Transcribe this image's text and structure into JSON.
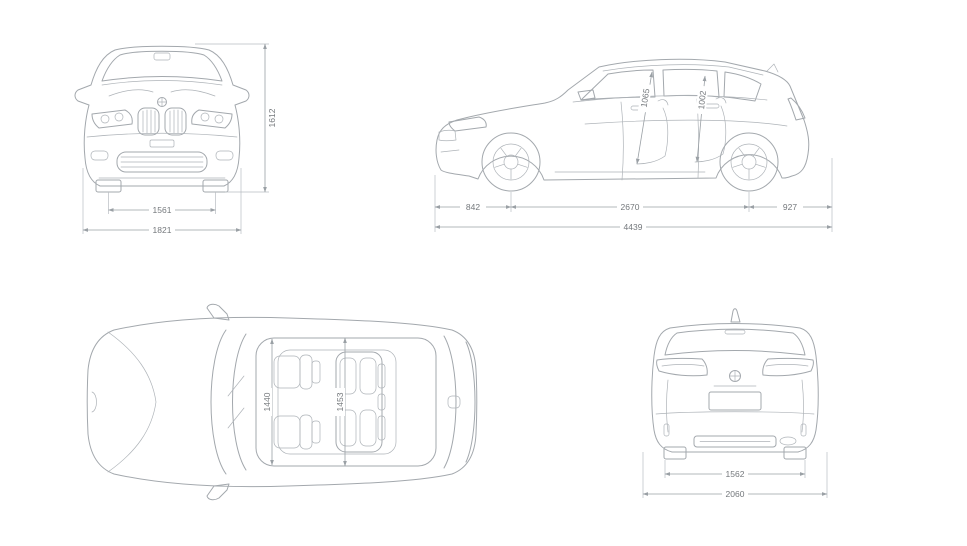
{
  "title": "vehicle-dimensions-diagram",
  "colors": {
    "car_line": "#a3a8ad",
    "dimension_line": "#9aa0a5",
    "dimension_text": "#74787c",
    "background": "#ffffff"
  },
  "views": {
    "front": {
      "label": "front-view",
      "dims": {
        "height": "1612",
        "track": "1561",
        "width": "1821"
      }
    },
    "side": {
      "label": "side-view",
      "dims": {
        "headroom_front": "1065",
        "headroom_rear": "1002",
        "overhang_front": "842",
        "wheelbase": "2670",
        "overhang_rear": "927",
        "length": "4439"
      }
    },
    "top": {
      "label": "top-view",
      "dims": {
        "width_front": "1440",
        "width_rear": "1453"
      }
    },
    "rear": {
      "label": "rear-view",
      "dims": {
        "track": "1562",
        "width": "2060"
      }
    }
  }
}
